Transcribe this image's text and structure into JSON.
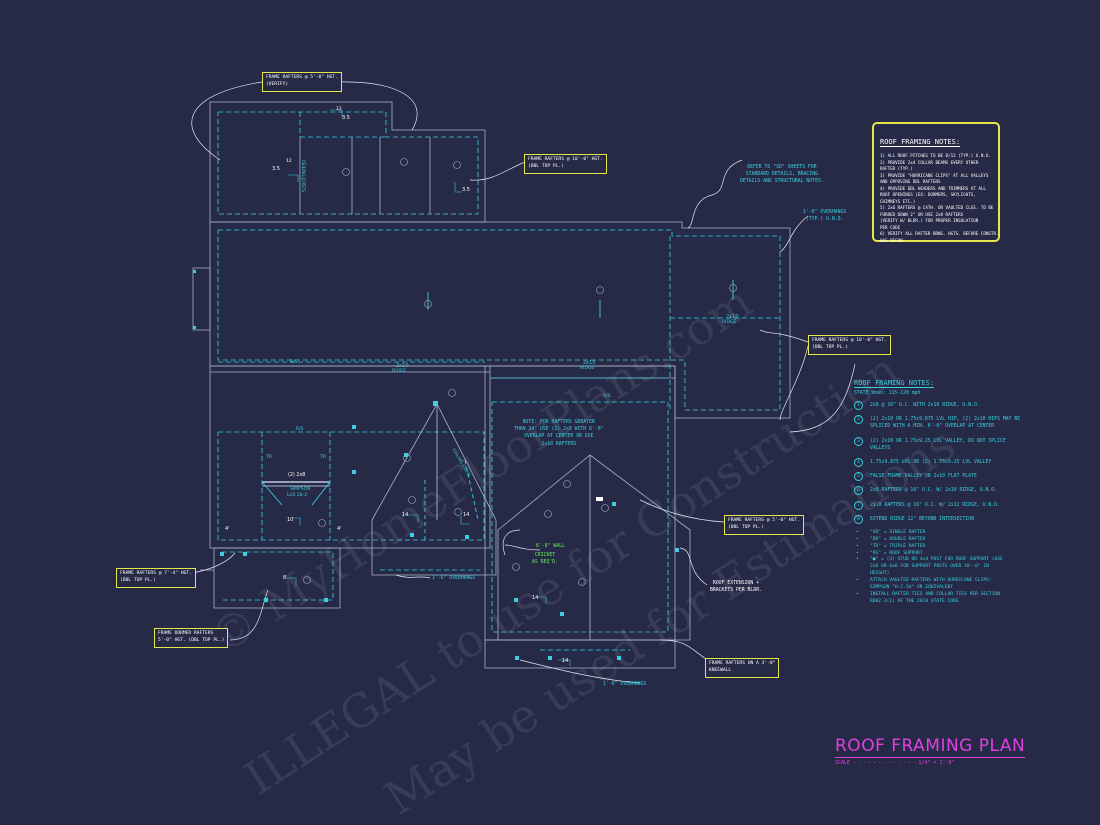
{
  "title": "ROOF FRAMING PLAN",
  "scale": "SCALE",
  "scale_value": "1/4\" = 1'-0\"",
  "watermarks": [
    "© MyHomeFloorPlans.com",
    "ILLEGAL to use for Construction",
    "May be used for Estimations"
  ],
  "callouts": {
    "c1": [
      "FRAME RAFTERS @ 5'-0\" HGT.",
      "(VERIFY)"
    ],
    "c2": [
      "FRAME RAFTERS @ 10'-0\" HGT.",
      "(DBL TOP PL.)"
    ],
    "c3": [
      "FRAME RAFTERS @ 10'-0\" HGT.",
      "(DBL TOP PL.)"
    ],
    "c4": [
      "FRAME RAFTERS @ 5'-0\" HGT.",
      "(DBL TOP PL.)"
    ],
    "c5": [
      "FRAME RAFTERS @ 7'-4\" HGT.",
      "(DBL TOP PL.)"
    ],
    "c6": [
      "FRAME DORMER RAFTERS",
      "5'-0\" HGT. (DBL TOP PL.)"
    ],
    "c7": [
      "FRAME RAFTERS ON A 3'-0\"",
      "KNEEWALL"
    ]
  },
  "cyan_notes": {
    "refer": [
      "REFER TO \"SD\" SHEETS FOR",
      "STANDARD DETAILS, BRACING",
      "DETAILS AND STRUCTURAL NOTES."
    ],
    "overhangs_typ": [
      "1'-0\" OVERHANGS",
      "(TYP.) U.N.O."
    ],
    "note_rafters": [
      "NOTE: FOR RAFTERS GREATER",
      "THAN 24' USE (2) 2x8 WITH 6'-0\"",
      "OVERLAP AT CENTER OR USE",
      "2x10 RAFTERS"
    ],
    "overhangs_1": "1'-6\" OVERHANGS",
    "overhangs_2": "1'-6\" OVERHANGS",
    "roof_ext": [
      "ROOF EXTENSION +",
      "BRACKETS PER BLDR."
    ]
  },
  "green_notes": {
    "wall": "6'-8\" WALL",
    "cricket": [
      "CRICKET",
      "AS REQ'D."
    ]
  },
  "plan_labels": {
    "ridge": "2x10",
    "ridge_word": "RIDGE",
    "rs": "R/S",
    "simpson": [
      "SIMPSON",
      "LUS 28-2"
    ],
    "two_2x8": "(2) 2x8",
    "tr": "TR",
    "cj": "CEILING JOISTS",
    "d4": "4'",
    "d35": "3.5",
    "d12": "12",
    "d14": "14",
    "d10": "10",
    "d8": "8"
  },
  "legend": {
    "heading": "ROOF FRAMING NOTES:",
    "lines": [
      "1) ALL ROOF PITCHES TO BE 8/12 (TYP.) U.N.O.",
      "2) PROVIDE 2x4 COLLAR BEAMS EVERY OTHER",
      "   RAFTER (TYP.)",
      "3) PROVIDE \"HURRICANE CLIPS\" AT ALL VALLEYS",
      "   AND OPPOSING DBL RAFTERS",
      "4) PROVIDE DBL HEADERS AND TRIMMERS AT ALL",
      "   ROOF OPENINGS (EX: DORMERS, SKYLIGHTS,",
      "   CHIMNEYS ETC.)",
      "5) 2x6 RAFTERS @ CATH. OR VAULTED CLGS. TO BE",
      "   FURRED DOWN 2\" OR USE 2x8 RAFTERS",
      "   (VERIFY W/ BLDR.) FOR PROPER INSULATION",
      "   PER CODE",
      "6) VERIFY ALL RAFTER BRNG. HGTS. BEFORE CONSTR.",
      "   HAS BEGUN"
    ]
  },
  "framing_notes": {
    "heading": "ROOF FRAMING NOTES:",
    "state": "STATE Vmax: 115-120 mph",
    "items": [
      {
        "n": "1",
        "t": [
          "2x8 @ 16\" O.C. WITH 2x10 RIDGE, U.N.O."
        ]
      },
      {
        "n": "2",
        "t": [
          "(2) 2x10 OR 1.75x9.875 LVL HIP, (2) 2x10 HIPS MAY BE",
          "SPLICED WITH A MIN. 6'-0\" OVERLAP AT CENTER"
        ]
      },
      {
        "n": "3",
        "t": [
          "(2) 2x10 OR 1.75x9.25 LVL VALLEY, DO NOT SPLICE",
          "VALLEYS"
        ]
      },
      {
        "n": "4",
        "t": [
          "1.75x9.875 LVL OR (2) 1.75x9.25 LVL VALLEY"
        ]
      },
      {
        "n": "5",
        "t": [
          "FALSE FRAME VALLEY ON 2x10 FLAT PLATE"
        ]
      },
      {
        "n": "6",
        "t": [
          "2x8 RAFTERS @ 16\" O.C. W/ 2x10 RIDGE, U.N.O."
        ]
      },
      {
        "n": "7",
        "t": [
          "2x10 RAFTERS @ 16\" O.C. W/ 2x12 RIDGE, U.N.O."
        ]
      },
      {
        "n": "8",
        "t": [
          "EXTEND RIDGE 12\" BEYOND INTERSECTION"
        ]
      }
    ],
    "bullets": [
      [
        "\"SR\" = SINGLE RAFTER"
      ],
      [
        "\"DR\" = DOUBLE RAFTER"
      ],
      [
        "\"TR\" = TRIPLE RAFTER"
      ],
      [
        "\"RS\" = ROOF SUPPORT"
      ],
      [
        "\"■\" = (3) STUD OR 4x4 POST FOR ROOF SUPPORT (USE",
        "2x6 OR 6x6 FOR SUPPORT POSTS OVER 10'-0\" IN",
        "HEIGHT)"
      ],
      [
        "ATTACH VAULTED RAFTERS WITH HURRICANE CLIPS:",
        "SIMPSON \"H-2.5A\" OR EQUIVALENT"
      ],
      [
        "INSTALL RAFTER TIES AND COLLAR TIES PER SECTION",
        "R802.3(1) OF THE 2018 STATE CODE."
      ]
    ]
  },
  "colors": {
    "background": "#262a46",
    "wall_line": "#aab2cc",
    "dashed": "#39d0df",
    "callout_border": "#e6e64a",
    "title": "#e040e0",
    "green": "#66ee55"
  }
}
